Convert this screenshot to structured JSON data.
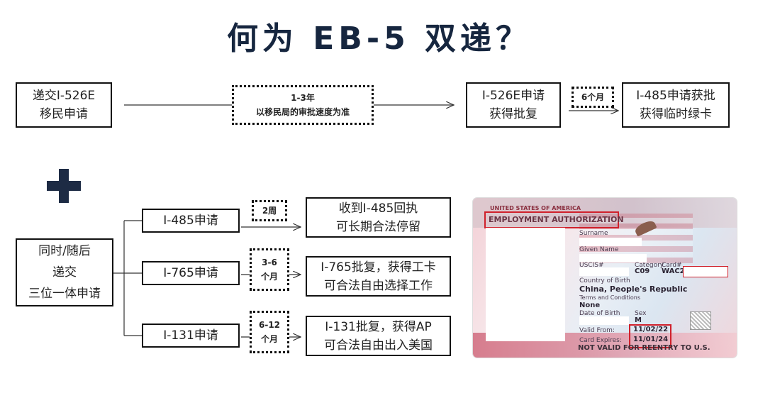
{
  "title": "何为 EB-5 双递？",
  "top_row": {
    "submit": [
      "递交I-526E",
      "移民申请"
    ],
    "timeline": [
      "1-3年",
      "以移民局的审批速度为准"
    ],
    "approval": [
      "I-526E申请",
      "获得批复"
    ],
    "wait": "6个月",
    "greencard": [
      "I-485申请获批",
      "获得临时绿卡"
    ]
  },
  "plus_icon": "plus-icon",
  "bottom": {
    "source": [
      "同时/随后",
      "递交",
      "三位一体申请"
    ],
    "branches": [
      {
        "form": "I-485申请",
        "duration": [
          "2周"
        ],
        "result": [
          "收到I-485回执",
          "可长期合法停留"
        ]
      },
      {
        "form": "I-765申请",
        "duration": [
          "3-6",
          "个月"
        ],
        "result": [
          "I-765批复，获得工卡",
          "可合法自由选择工作"
        ]
      },
      {
        "form": "I-131申请",
        "duration": [
          "6-12",
          "个月"
        ],
        "result": [
          "I-131批复，获得AP",
          "可合法自由出入美国"
        ]
      }
    ]
  },
  "card": {
    "header_partial": "UNITED STATES OF AMERICA",
    "heading": "EMPLOYMENT AUTHORIZATION",
    "surname_label": "Surname",
    "given_label": "Given Name",
    "uscis_label": "USCIS#",
    "category_label": "Category",
    "card_label": "Card#",
    "category_value": "C09",
    "card_value": "WAC2",
    "country_label": "Country of Birth",
    "country_value": "China, People's Republic",
    "terms_label": "Terms and Conditions",
    "terms_value": "None",
    "dob_label": "Date of Birth",
    "sex_label": "Sex",
    "sex_value": "M",
    "valid_from_label": "Valid From:",
    "valid_from": "11/02/22",
    "expires_label": "Card Expires:",
    "expires": "11/01/24",
    "footer": "NOT VALID FOR REENTRY TO U.S.",
    "accent": "#d0202b"
  }
}
